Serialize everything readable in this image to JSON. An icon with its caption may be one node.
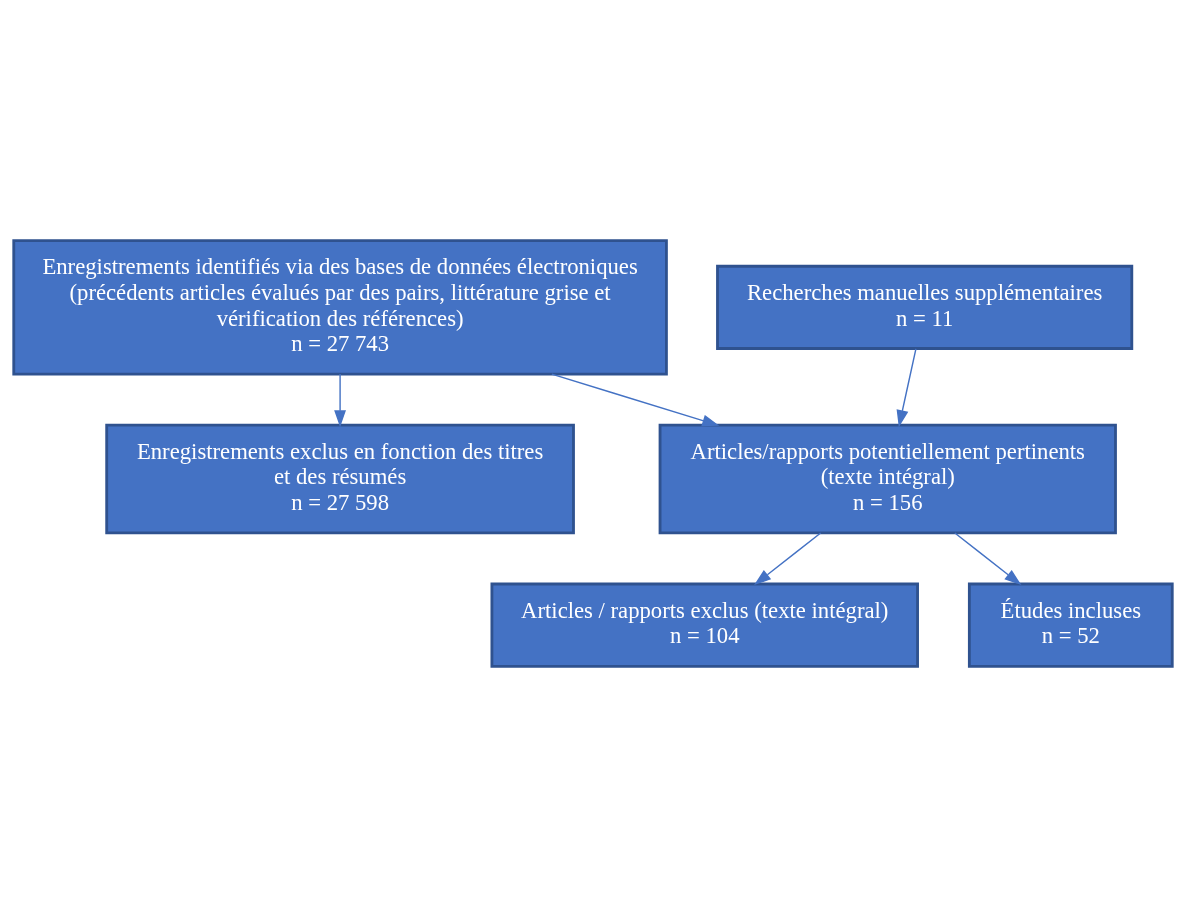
{
  "diagram": {
    "nodes": [
      {
        "text": [
          "Enregistrements identifiés via des bases de données électroniques (précédents articles évalués par des pairs, littérature grise et vérification des références)",
          "n = 27 743"
        ]
      },
      {
        "text": [
          "Enregistrements exclus en fonction des titres et des résumés",
          "n = 27 598"
        ]
      },
      {
        "text": [
          "Recherches manuelles supplémentaires",
          "n = 11"
        ]
      },
      {
        "text": [
          "Articles/rapports potentiellement pertinents (texte intégral)",
          "n = 156"
        ]
      },
      {
        "text": [
          "Articles / rapports exclus (texte intégral)",
          "n = 104"
        ]
      },
      {
        "text": [
          "Études incluses",
          "n = 52"
        ]
      }
    ],
    "edges": [
      {
        "from": 0,
        "to": 1,
        "arrow": "to"
      },
      {
        "from": 2,
        "to": 3,
        "arrow": "to"
      },
      {
        "from": 0,
        "to": 3,
        "arrow": "to"
      },
      {
        "from": 3,
        "to": 4,
        "arrow": "to"
      },
      {
        "from": 3,
        "to": 5,
        "arrow": "to"
      }
    ]
  }
}
